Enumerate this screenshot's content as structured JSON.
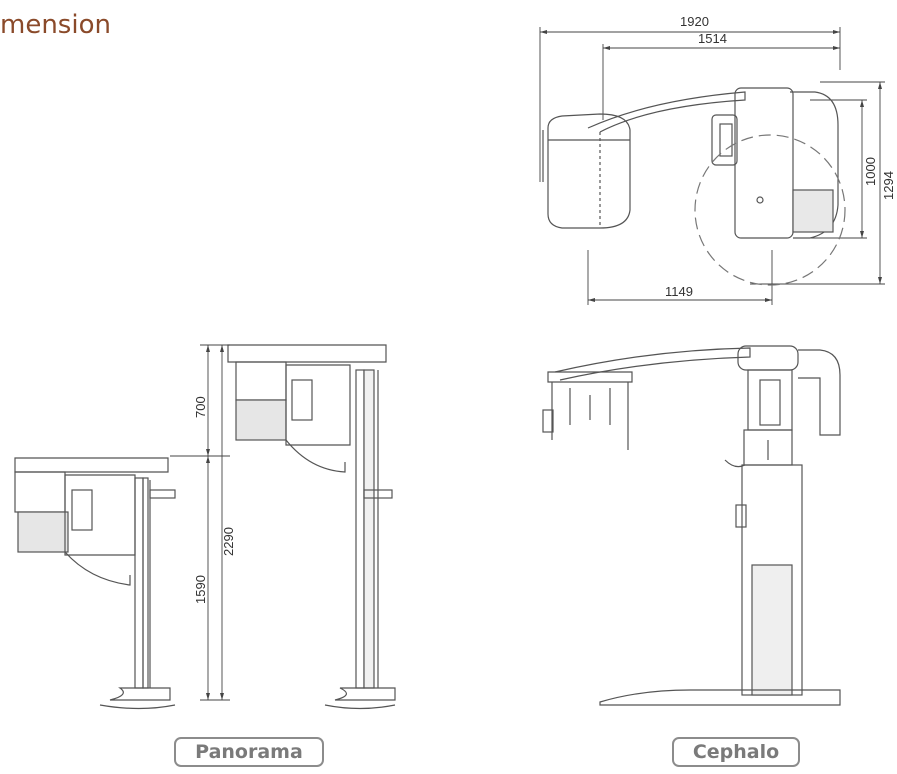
{
  "title": "mension",
  "top_view": {
    "dim_overall_width": "1920",
    "dim_arm_length": "1514",
    "dim_rotation_width": "1149",
    "dim_depth": "1000",
    "dim_total_depth": "1294"
  },
  "panorama_view": {
    "dim_top_section": "700",
    "dim_total_height": "2290",
    "dim_base_height": "1590"
  },
  "labels": {
    "panorama": "Panorama",
    "cephalo": "Cephalo"
  },
  "colors": {
    "title": "#8a4a2a",
    "line": "#555555",
    "label_border": "#8c8c8c"
  }
}
